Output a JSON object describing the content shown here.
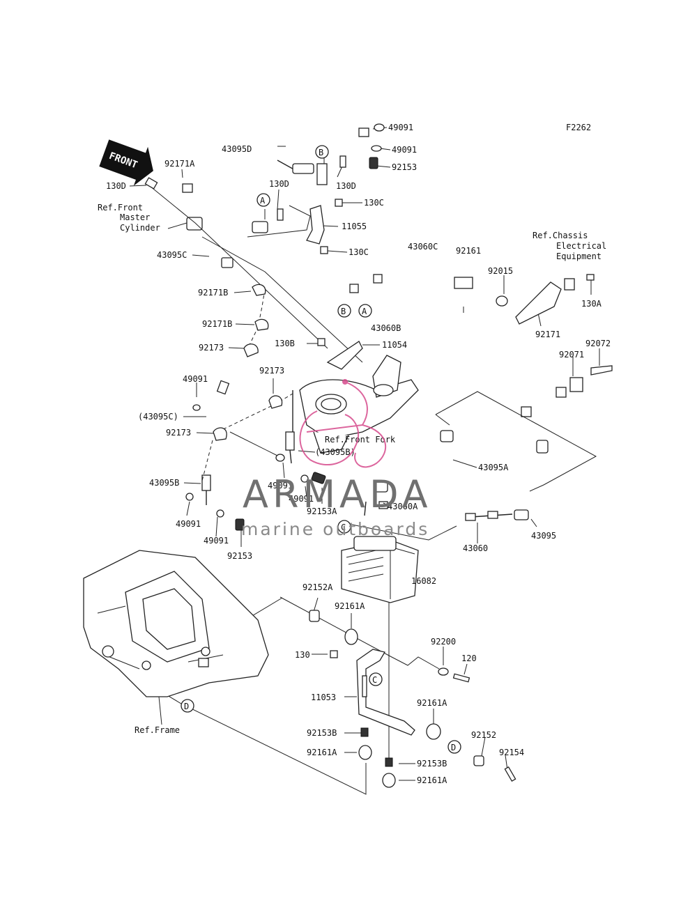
{
  "figure_code": "F2262",
  "front_arrow": "FRONT",
  "watermark": {
    "brand": "ARMADA",
    "tagline": "marine outboards"
  },
  "references": {
    "front_master_cylinder": [
      "Ref.Front",
      "Master",
      "Cylinder"
    ],
    "chassis_electrical": [
      "Ref.Chassis",
      "Electrical",
      "Equipment"
    ],
    "front_fork": "Ref.Front Fork",
    "frame": "Ref.Frame"
  },
  "callouts": {
    "a": "A",
    "b": "B",
    "c": "C",
    "d": "D"
  },
  "parts": {
    "p49091_a": "49091",
    "p49091_b": "49091",
    "p92153_a": "92153",
    "p43095D": "43095D",
    "p130D_a": "130D",
    "p130D_b": "130D",
    "p130C_a": "130C",
    "p11055": "11055",
    "p130C_b": "130C",
    "p92171A": "92171A",
    "p43095C": "43095C",
    "p92171B_a": "92171B",
    "p92171B_b": "92171B",
    "p92173_a": "92173",
    "p92173_b": "92173",
    "p92173_c": "92173",
    "p49091_c": "49091",
    "p43095C_paren": "(43095C)",
    "p43060C": "43060C",
    "p43060B": "43060B",
    "p92161": "92161",
    "p92015": "92015",
    "p92171": "92171",
    "p130A": "130A",
    "p92071": "92071",
    "p92072": "92072",
    "p130B": "130B",
    "p11054": "11054",
    "p43095B_paren": "(43095B)",
    "p43095B": "43095B",
    "p49091_d": "49091",
    "p49091_e": "49091",
    "p49091_f": "49091",
    "p92153_b": "92153",
    "p92153A": "92153A",
    "p43095A": "43095A",
    "p43060A": "43060A",
    "p43060": "43060",
    "p43095": "43095",
    "p16082": "16082",
    "p92152A": "92152A",
    "p92161A_a": "92161A",
    "p92200": "92200",
    "p120": "120",
    "p130": "130",
    "p11053": "11053",
    "p92161A_b": "92161A",
    "p92152": "92152",
    "p92154": "92154",
    "p92153B_a": "92153B",
    "p92161A_c": "92161A",
    "p92153B_b": "92153B",
    "p92161A_d": "92161A"
  }
}
